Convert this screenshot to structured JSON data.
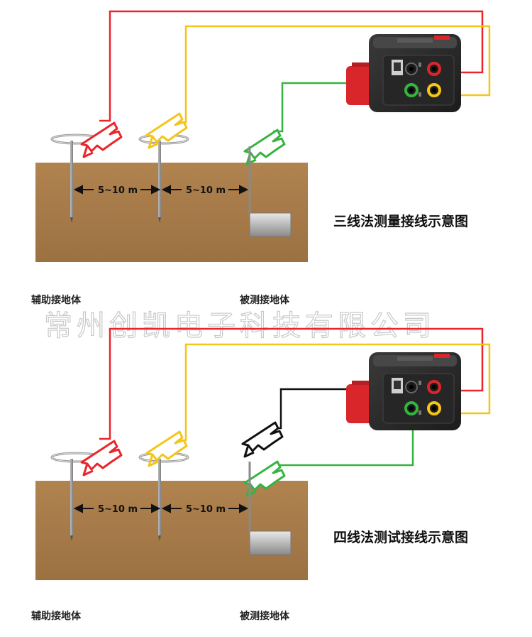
{
  "diagrams": [
    {
      "title": "三线法测量接线示意图",
      "distance_labels": [
        "5~10 m",
        "5~10 m"
      ],
      "auxiliary_label": "辅助接地体",
      "tested_label": "被测接地体"
    },
    {
      "title": "四线法测试接线示意图",
      "distance_labels": [
        "5~10 m",
        "5~10 m"
      ],
      "auxiliary_label": "辅助接地体",
      "tested_label": "被测接地体"
    }
  ],
  "watermark": "常州创凯电子科技有限公司",
  "colors": {
    "soil": "#a97d4c",
    "wire_red": "#e8262b",
    "wire_yellow": "#f5c518",
    "wire_green": "#35b43f",
    "wire_black": "#111111",
    "device_body": "#2b2b2b",
    "device_red": "#d9262a"
  }
}
